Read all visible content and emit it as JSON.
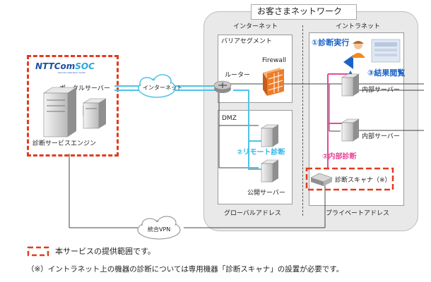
{
  "header": {
    "title": "お客さまネットワーク"
  },
  "zones": {
    "internet": "インターネット",
    "intranet": "イントラネット",
    "barrier": "バリアセグメント",
    "dmz": "DMZ",
    "global": "グローバルアドレス",
    "private": "プライベートアドレス"
  },
  "ntt": {
    "logo_left": "NTTCom",
    "logo_right": "SOC",
    "logo_sub": "Security Operation Center",
    "portal": "ポータルサーバー",
    "engine": "診断サービスエンジン"
  },
  "labels": {
    "internet_cloud": "インターネット",
    "vpn_cloud": "統合VPN",
    "router": "ルーター",
    "firewall": "Firewall",
    "public_server": "公開サーバー",
    "internal_server_1": "内部サーバー",
    "internal_server_2": "内部サーバー",
    "scanner": "診断スキャナ（※）"
  },
  "steps": {
    "step1": "①診断実行",
    "step2": "②リモート診断",
    "step3": "③結果閲覧",
    "step_internal": "②内部診断"
  },
  "legend": {
    "scope": "本サービスの提供範囲です。",
    "note": "（※）イントラネット上の機器の診断については専用機器「診断スキャナ」の設置が必要です。"
  },
  "colors": {
    "remote_line": "#4fc3e8",
    "internal_line": "#e8479a",
    "scope_dash": "#e23b1e",
    "step_blue": "#1b62c8",
    "step_cyan": "#31b8e6",
    "step_pink": "#e8479a"
  }
}
